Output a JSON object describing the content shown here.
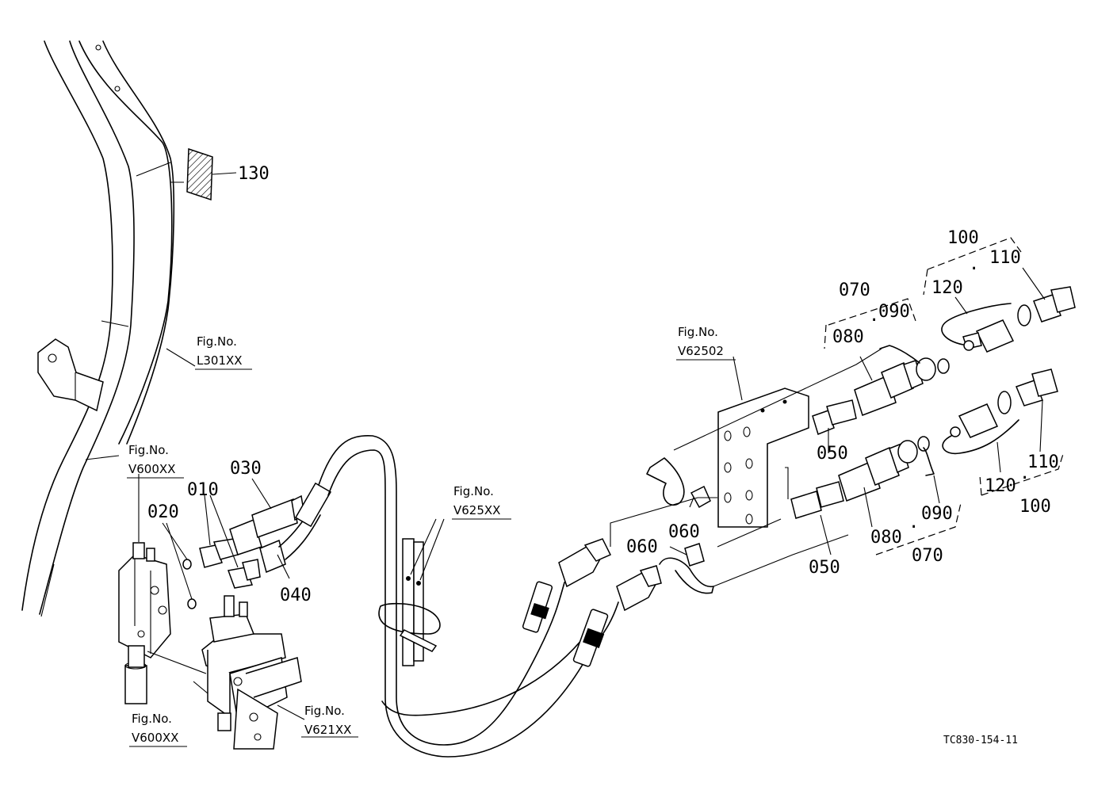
{
  "labels": {
    "p010": "010",
    "p020": "020",
    "p030": "030",
    "p040": "040",
    "p050a": "050",
    "p050b": "050",
    "p060a": "060",
    "p060b": "060",
    "p070a": "070",
    "p070b": "070",
    "p080a": "080",
    "p080b": "080",
    "p090a": "090",
    "p090b": "090",
    "p100a": "100",
    "p100b": "100",
    "p110a": "110",
    "p110b": "110",
    "p120a": "120",
    "p120b": "120",
    "p130": "130",
    "dot": "."
  },
  "figrefs": {
    "fig_word": "Fig.No.",
    "l301": "L301XX",
    "v600a": "V600XX",
    "v600b": "V600XX",
    "v621": "V621XX",
    "v625": "V625XX",
    "v62502": "V62502"
  },
  "drawing_code": "TC830-154-11"
}
